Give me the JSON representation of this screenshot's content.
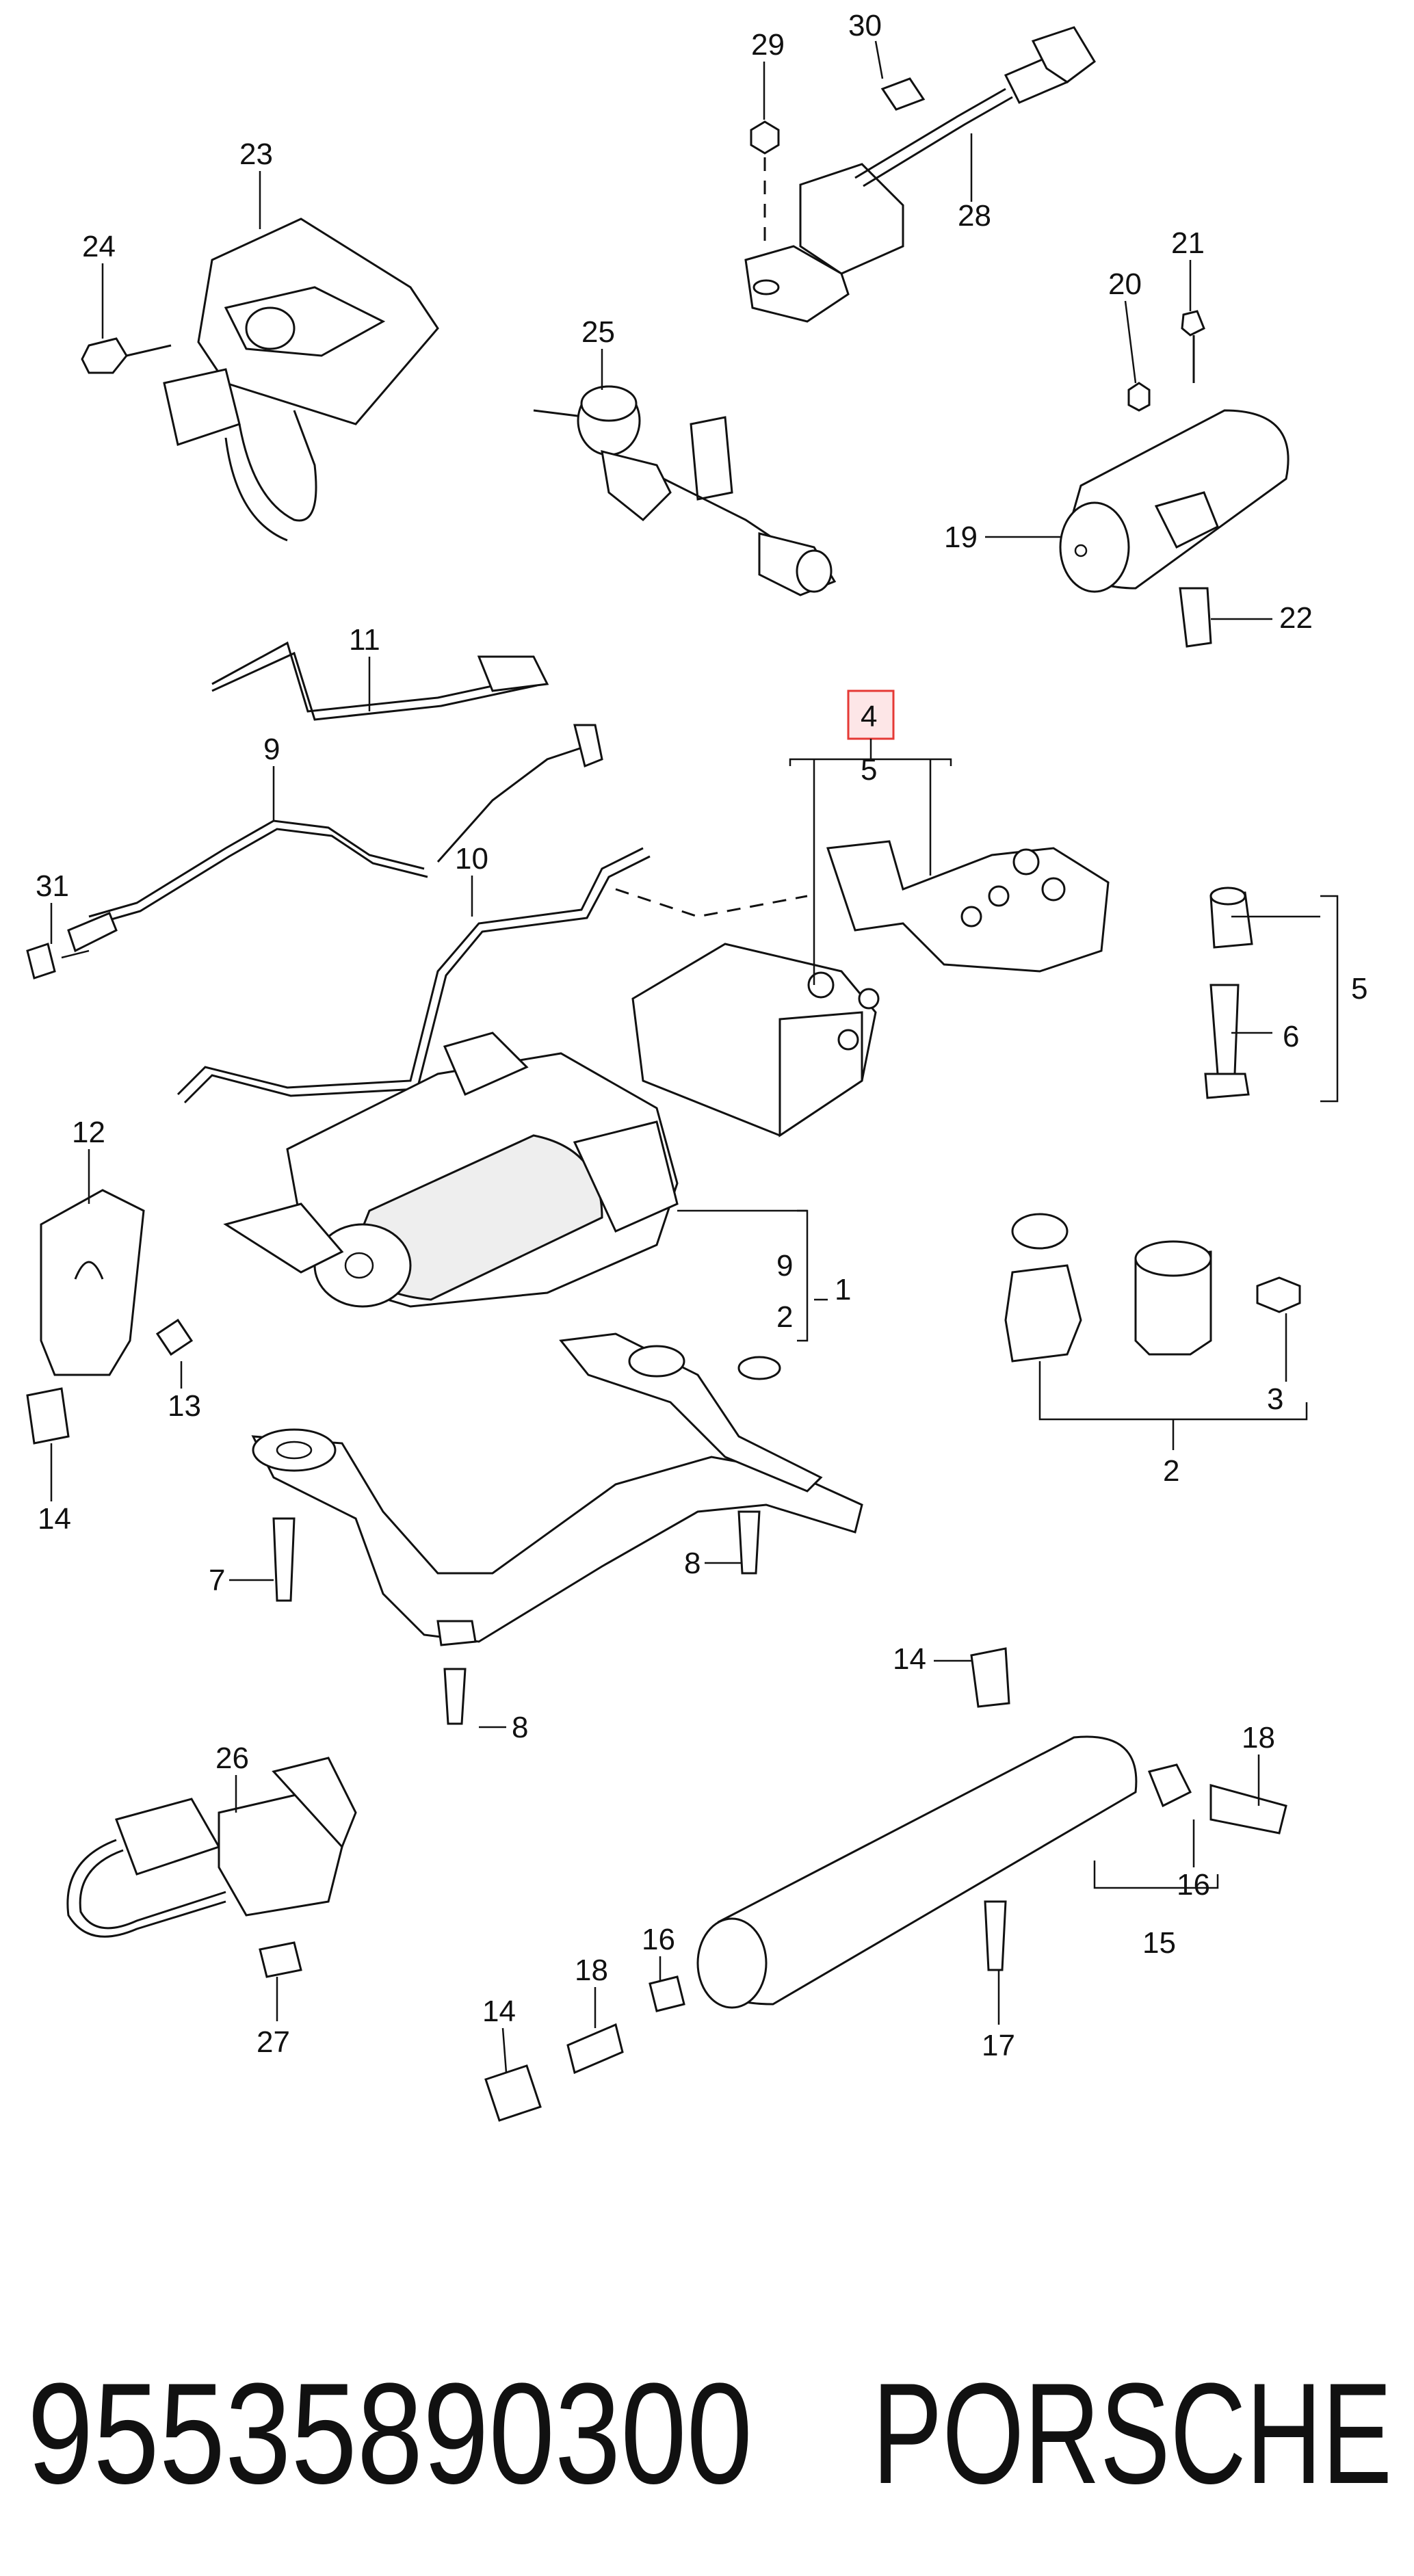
{
  "part_number": "95535890300",
  "brand": "PORSCHE",
  "highlight_color": "#e53935",
  "callouts": {
    "c29": "29",
    "c30": "30",
    "c28": "28",
    "c23": "23",
    "c24": "24",
    "c25": "25",
    "c20": "20",
    "c21": "21",
    "c19": "19",
    "c22": "22",
    "c11": "11",
    "c9": "9",
    "c10": "10",
    "c31": "31",
    "c4": "4",
    "c5a": "5",
    "c5b": "5",
    "c6": "6",
    "c12": "12",
    "c13": "13",
    "c14a": "14",
    "c9b": "9",
    "c2b": "2",
    "c1": "1",
    "c3": "3",
    "c2": "2",
    "c7": "7",
    "c8a": "8",
    "c8b": "8",
    "c14b": "14",
    "c18a": "18",
    "c16a": "16",
    "c15": "15",
    "c17": "17",
    "c26": "26",
    "c27": "27",
    "c16b": "16",
    "c18b": "18",
    "c14c": "14"
  }
}
